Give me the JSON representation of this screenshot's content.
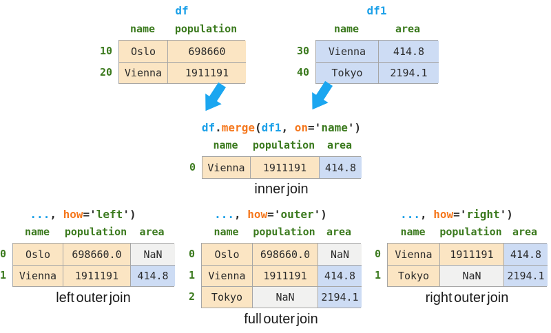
{
  "palette": {
    "code_blue": "#1BA0E8",
    "code_orange": "#F5781E",
    "code_green": "#3B7A1E",
    "arrow_blue": "#1BA6F0",
    "cell_orange_bg": "#FBE5C3",
    "cell_blue_bg": "#CDDCF4",
    "cell_nan_bg": "#F1F1F0",
    "table_border": "#A6A6A6",
    "cell_text": "#2B2B2B",
    "caption_text": "#1B1B1B"
  },
  "tables": {
    "df": {
      "title": "df",
      "headers": [
        "name",
        "population"
      ],
      "index": [
        "10",
        "20"
      ],
      "rows": [
        [
          "Oslo",
          "698660"
        ],
        [
          "Vienna",
          "1911191"
        ]
      ]
    },
    "df1": {
      "title": "df1",
      "headers": [
        "name",
        "area"
      ],
      "index": [
        "30",
        "40"
      ],
      "rows": [
        [
          "Vienna",
          "414.8"
        ],
        [
          "Tokyo",
          "2194.1"
        ]
      ]
    },
    "inner": {
      "headers": [
        "name",
        "population",
        "area"
      ],
      "index": [
        "0"
      ],
      "rows": [
        [
          "Vienna",
          "1911191",
          "414.8"
        ]
      ],
      "caption": "inner join"
    },
    "left": {
      "headers": [
        "name",
        "population",
        "area"
      ],
      "index": [
        "0",
        "1"
      ],
      "rows": [
        [
          "Oslo",
          "698660.0",
          "NaN"
        ],
        [
          "Vienna",
          "1911191",
          "414.8"
        ]
      ],
      "caption": "left outer join"
    },
    "outer": {
      "headers": [
        "name",
        "population",
        "area"
      ],
      "index": [
        "0",
        "1",
        "2"
      ],
      "rows": [
        [
          "Oslo",
          "698660.0",
          "NaN"
        ],
        [
          "Vienna",
          "1911191",
          "414.8"
        ],
        [
          "Tokyo",
          "NaN",
          "2194.1"
        ]
      ],
      "caption": "full outer join"
    },
    "right": {
      "headers": [
        "name",
        "population",
        "area"
      ],
      "index": [
        "0",
        "1"
      ],
      "rows": [
        [
          "Vienna",
          "1911191",
          "414.8"
        ],
        [
          "Tokyo",
          "NaN",
          "2194.1"
        ]
      ],
      "caption": "right outer join"
    }
  },
  "expressions": {
    "merge": [
      "df",
      ".",
      "merge",
      "(",
      "df1",
      ", ",
      "on",
      "=",
      "'",
      "name",
      "')"
    ],
    "left": [
      "...",
      ", ",
      "how",
      "=",
      "'",
      "left",
      "')"
    ],
    "outer": [
      "...",
      ", ",
      "how",
      "=",
      "'",
      "outer",
      "')"
    ],
    "right": [
      "...",
      ", ",
      "how",
      "=",
      "'",
      "right",
      "')"
    ]
  }
}
